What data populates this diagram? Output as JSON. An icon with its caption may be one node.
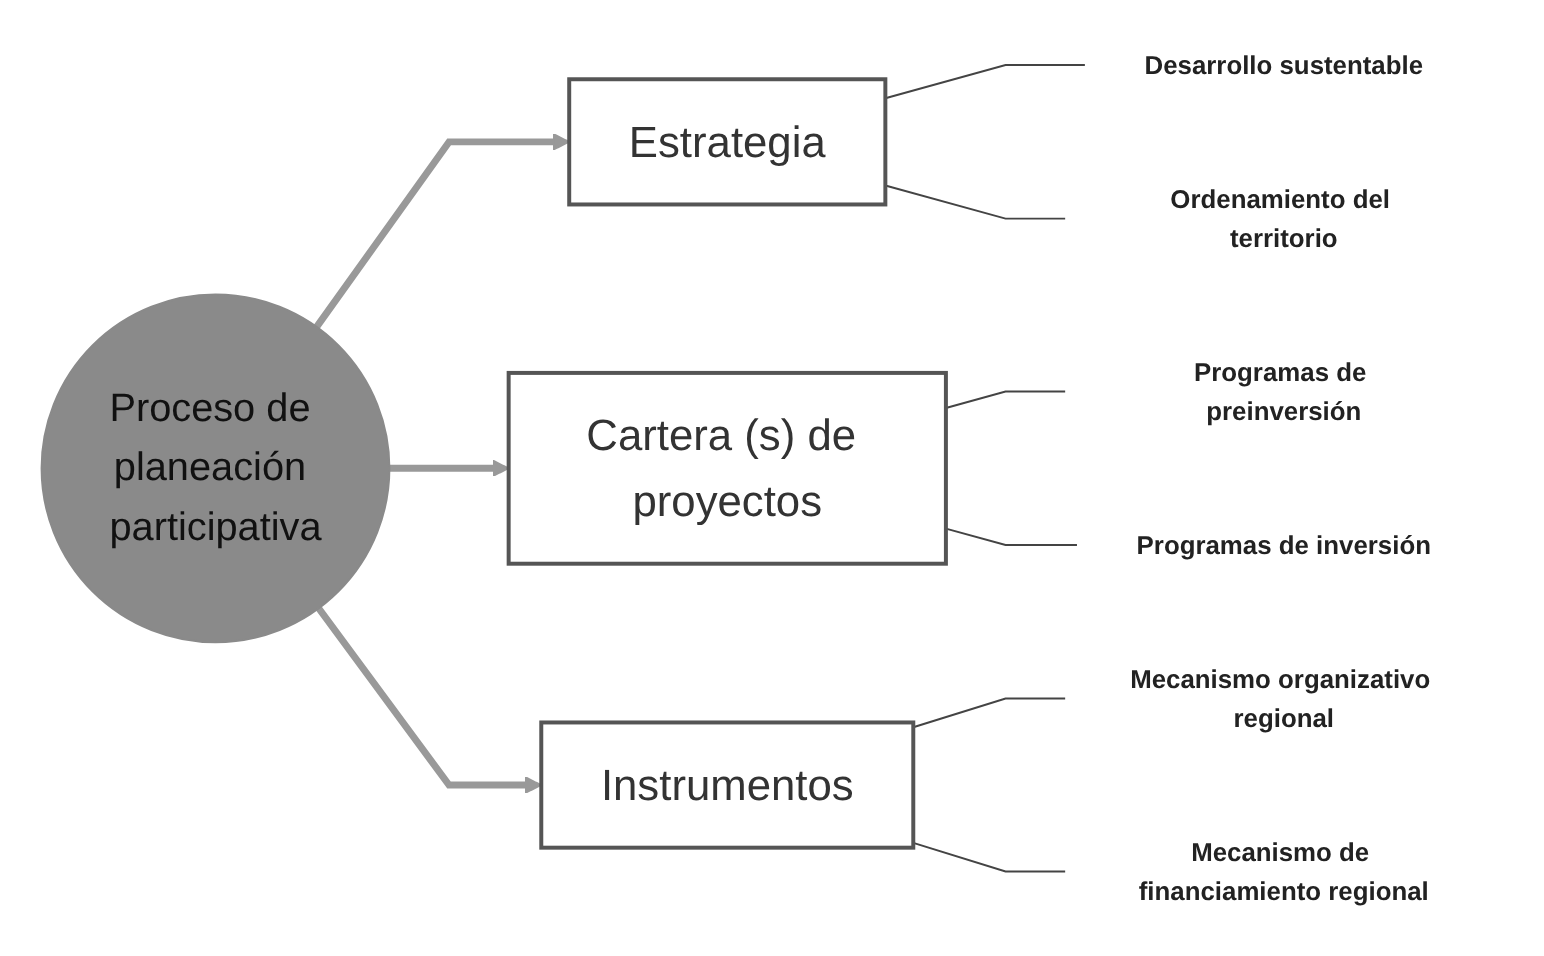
{
  "diagram": {
    "nodes": [
      {
        "text": [
          "Proceso de planeación participativa"
        ]
      },
      {
        "text": [
          "Estrategia"
        ]
      },
      {
        "text": [
          "Desarrollo sustentable"
        ]
      },
      {
        "text": [
          "Ordenamiento del territorio"
        ]
      },
      {
        "text": [
          "Cartera (s) de proyectos"
        ]
      },
      {
        "text": [
          "Programas de preinversión"
        ]
      },
      {
        "text": [
          "Programas de inversión"
        ]
      },
      {
        "text": [
          "Instrumentos"
        ]
      },
      {
        "text": [
          "Mecanismo organizativo regional"
        ]
      },
      {
        "text": [
          "Mecanismo de financiamiento regional"
        ]
      }
    ],
    "edges": [
      {
        "from": 0,
        "to": 1,
        "arrow": "to",
        "style": "thick"
      },
      {
        "from": 0,
        "to": 4,
        "arrow": "to",
        "style": "thick"
      },
      {
        "from": 0,
        "to": 7,
        "arrow": "to",
        "style": "thick"
      },
      {
        "from": 1,
        "to": 2,
        "arrow": "none"
      },
      {
        "from": 1,
        "to": 3,
        "arrow": "none"
      },
      {
        "from": 4,
        "to": 5,
        "arrow": "none"
      },
      {
        "from": 4,
        "to": 6,
        "arrow": "none"
      },
      {
        "from": 7,
        "to": 8,
        "arrow": "none"
      },
      {
        "from": 7,
        "to": 9,
        "arrow": "none"
      }
    ]
  }
}
